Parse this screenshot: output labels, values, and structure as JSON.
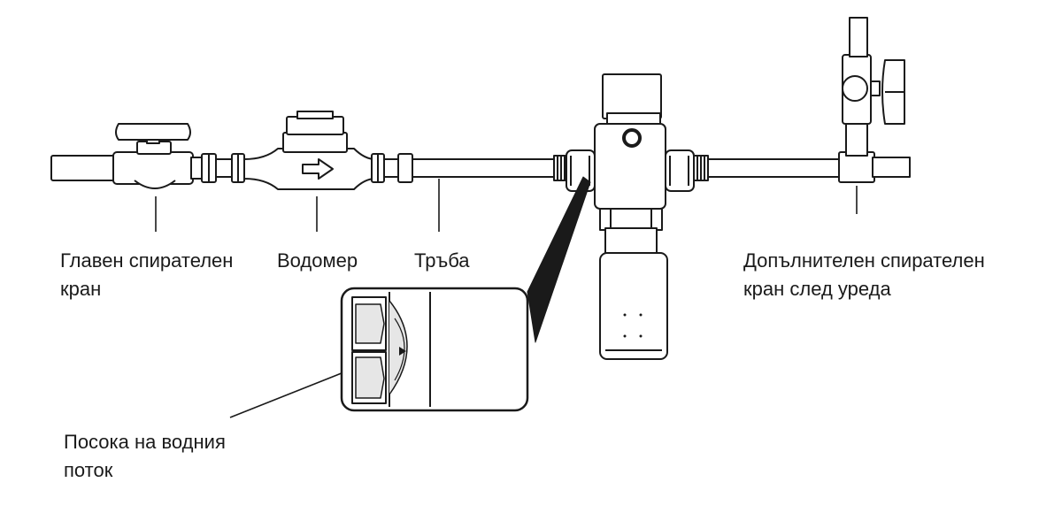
{
  "labels": {
    "main_valve": {
      "line1": "Главен спирателен",
      "line2": "кран"
    },
    "water_meter": "Водомер",
    "pipe": "Тръба",
    "extra_valve": {
      "line1": "Допълнителен спирателен",
      "line2": "кран след уреда"
    },
    "flow_direction": {
      "line1": "Посока на водния",
      "line2": "поток"
    }
  },
  "colors": {
    "line": "#1a1a1a",
    "fill": "#ffffff",
    "shade": "#e6e6e6"
  }
}
